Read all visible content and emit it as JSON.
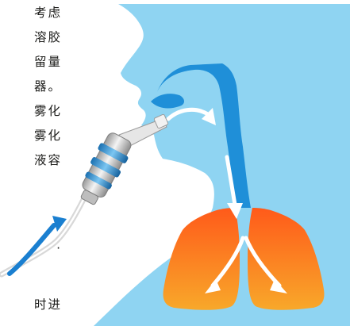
{
  "text_lines": [
    "考虑",
    "溶胶",
    "留量",
    "器。",
    "雾化",
    "雾化",
    "液容",
    "·",
    "时进"
  ],
  "colors": {
    "panel_blue": "#8fd4f2",
    "airway_blue": "#1f8fd8",
    "lung_orange_top": "#ff6a1f",
    "lung_orange_bottom": "#f7a629",
    "arrow_white": "#ffffff",
    "arrow_blue": "#1a7fd0",
    "nebulizer_body": "#d9d9d9"
  },
  "icons": {
    "nebulizer": "nebulizer-device-icon",
    "airflow": "airflow-arrow-icon",
    "lungs": "lungs-icon"
  }
}
